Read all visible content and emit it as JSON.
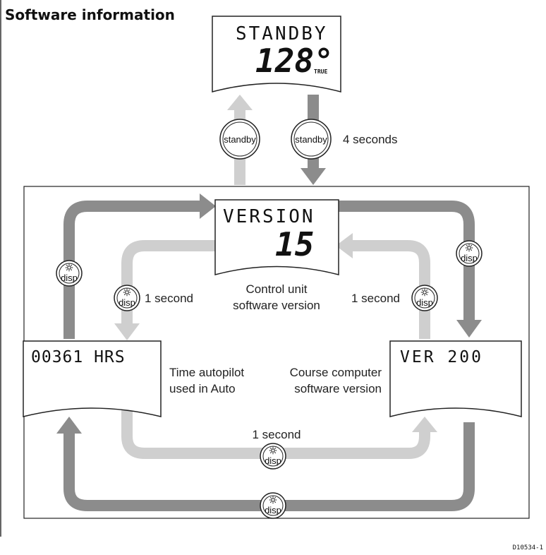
{
  "title": "Software information",
  "figure_code": "D10534-1",
  "colors": {
    "light_arrow": "#cfcfcf",
    "dark_arrow": "#8c8c8c",
    "outline": "#222222"
  },
  "screens": {
    "standby": {
      "line1": "STANDBY",
      "line2": "128°",
      "unit": "TRUE"
    },
    "version": {
      "line1": "VERSION",
      "line2": "15"
    },
    "hours": {
      "line1": "00361 HRS"
    },
    "course": {
      "line1": "VER 200"
    }
  },
  "buttons": {
    "standby_label": "standby",
    "disp_label": "disp",
    "disp_icon": "sun-icon"
  },
  "labels": {
    "four_seconds": "4 seconds",
    "one_second_left": "1 second",
    "one_second_right": "1 second",
    "one_second_bottom": "1 second",
    "control_unit_line1": "Control unit",
    "control_unit_line2": "software version",
    "time_line1": "Time autopilot",
    "time_line2": "used in Auto",
    "course_line1": "Course computer",
    "course_line2": "software version"
  }
}
